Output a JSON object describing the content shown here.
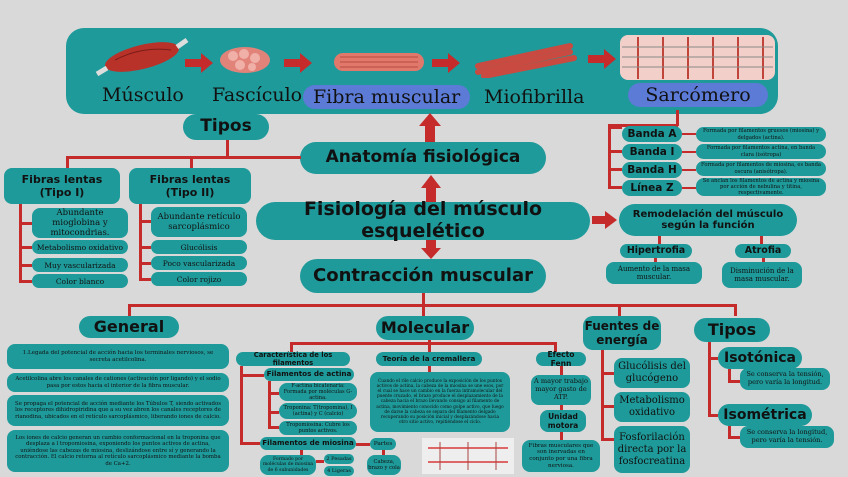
{
  "top_band": {
    "labels": [
      "Músculo",
      "Fascículo",
      "Fibra muscular",
      "Miofibrilla",
      "Sarcómero"
    ]
  },
  "center": {
    "anatomia": "Anatomía fisiológica",
    "fisiologia": "Fisiología del músculo esquelético",
    "contraccion": "Contracción muscular"
  },
  "tipos_top": {
    "title": "Tipos",
    "lentas": {
      "title": "Fibras lentas\n(Tipo I)",
      "items": [
        "Abundante mioglobina y mitocondrias.",
        "Metabolismo oxidativo",
        "Muy vascularizada",
        "Color blanco"
      ]
    },
    "rapidas": {
      "title": "Fibras lentas\n(Tipo II)",
      "items": [
        "Abundante retículo sarcoplásmico",
        "Glucólisis",
        "Poco vascularizada",
        "Color rojizo"
      ]
    }
  },
  "bandas": [
    {
      "name": "Banda A",
      "desc": "Formada por filamentos gruesos (miosina) y delgados (actina)."
    },
    {
      "name": "Banda I",
      "desc": "Formada por filamentos actina, en banda clara (isótropa)"
    },
    {
      "name": "Banda H",
      "desc": "Formada por filamentos de miosina, es banda oscura (anisótropa)."
    },
    {
      "name": "Línea Z",
      "desc": "Se anclan los filamentos de actina y miosina por acción de nebulina y titina, respectivamente."
    }
  ],
  "remodelacion": {
    "title": "Remodelación del músculo según la función",
    "hipertrofia": "Hipertrofia",
    "hipertrofia_desc": "Aumento de la masa muscular.",
    "atrofia": "Atrofia",
    "atrofia_desc": "Disminución de la masa muscular."
  },
  "general": {
    "title": "General",
    "items": [
      "1.Legada del potencial de acción hacia los terminales nerviosos, se secreta acetilcolina.",
      "Acetilcolina abre los canales de cationes (activación por ligando) y el sodio pasa por estos hacia el interior de la fibra muscular.",
      "Se propaga el potencial de acción mediante los Túbulos T, siendo activados los receptores dihidropiridina que a su vez abren los canales receptores de rianodina, ubicados en el retículo sarcoplásmico, liberando iones de calcio.",
      "Los iones de calcio generan un cambio conformacional en la troponina que desplaza a l tropomiosina, exponiendo los puntos activos de actina, uniéndose las cabezas de miosina, deslizándose entre sí y generando la contracción. El calcio retorna al retículo sarcoplásmico mediante la bomba de Ca+2."
    ]
  },
  "molecular": {
    "title": "Molecular",
    "caracteristicas": "Característica de los filamentos",
    "actina": "Filamentos de actina",
    "actina_items": [
      "F-actina bicatenaria: Formada por moléculas G-actina.",
      "Troponina: T(tropomina), I (actina) y C (calcio)",
      "Tropomiosina: Cubre los puntos activos."
    ],
    "miosina": "Filamentos de miosina",
    "miosina_desc": "Formado por moléculas de miosina de 6 subunidades",
    "miosina_sub": [
      "2 Pesadas",
      "4 Ligeras"
    ],
    "partes": "Partes",
    "partes_desc": "Cabeza, brazo y cola",
    "cremallera": "Teoría de la cremallera",
    "cremallera_desc": "Cuando el rile calcio produce la exposición de los puntos activos de actina, la cabeza de la miosina se une esos, por el cual se hace un cambio en la fuerza intramolecular del puente cruzado, el brazo produce el desplazamiento de la cabeza hacia el brazo llevando consigo al filamento de actina, movimiento conocido como golpe activo, que luego de darse la cabeza se separa del filamento delgado recuperando su posición inicial y desplazándose hacia otro sitio activo, repitiéndose el ciclo.",
    "fenn": "Efecto Fenn",
    "fenn_desc": "A mayor trabajo mayor gasto de ATP.",
    "unidad": "Unidad motora",
    "unidad_desc": "Fibras musculares que son inervadas en conjunto por una fibra nerviosa."
  },
  "fuentes": {
    "title": "Fuentes de energía",
    "items": [
      "Glucólisis del glucógeno",
      "Metabolismo oxidativo",
      "Fosforilación directa por la fosfocreatina"
    ]
  },
  "tipos_bottom": {
    "title": "Tipos",
    "isotonica": "Isotónica",
    "isotonica_desc": "Se conserva la tensión, pero varía la longitud.",
    "isometrica": "Isométrica",
    "isometrica_desc": "Se conserva la longitud, pero varía la tensión."
  },
  "colors": {
    "teal": "#1f9a9a",
    "red": "#c62b2b",
    "blue_pill": "#5b7bd6",
    "background": "#d9d9d9"
  }
}
